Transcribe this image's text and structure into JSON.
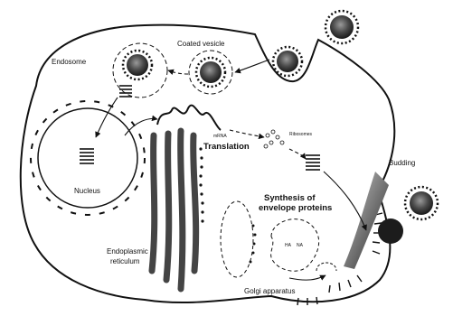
{
  "figure": {
    "labels": {
      "coated_vesicle": "Coated vesicle",
      "endosome": "Endosome",
      "nucleus": "Nucleus",
      "translation": "Translation",
      "mrna": "mRNA",
      "ribosomes": "Ribosomes",
      "budding": "Budding",
      "synthesis_line1": "Synthesis of",
      "synthesis_line2": "envelope proteins",
      "er_line1": "Endoplasmic",
      "er_line2": "reticulum",
      "golgi": "Golgi apparatus",
      "ha": "HA",
      "na": "NA"
    }
  }
}
